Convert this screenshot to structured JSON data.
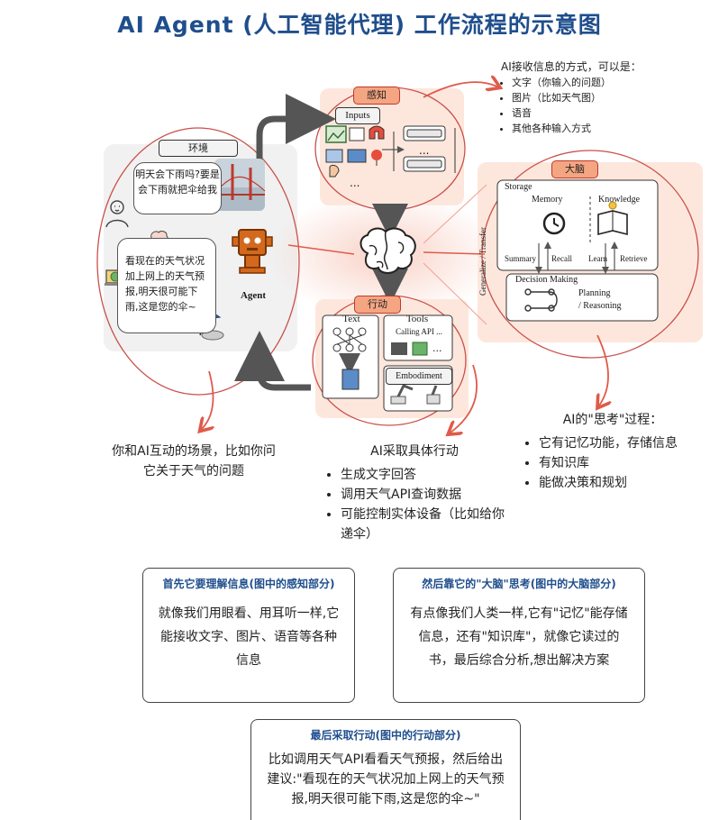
{
  "title": "AI Agent (人工智能代理) 工作流程的示意图",
  "diagram": {
    "env_label": "环境",
    "user_question": "明天会下雨吗?要是会下雨就把伞给我",
    "agent_reply": "看现在的天气状况加上网上的天气预报,明天很可能下雨,这是您的伞~",
    "agent_label": "Agent",
    "perception_label": "感知",
    "inputs_label": "Inputs",
    "action_label": "行动",
    "text_label": "Text",
    "tools_label": "Tools",
    "calling_api_label": "Calling API ...",
    "embodiment_label": "Embodiment",
    "brain_label": "大脑",
    "storage_label": "Storage",
    "memory_label": "Memory",
    "knowledge_label": "Knowledge",
    "summary_label": "Summary",
    "recall_label": "Recall",
    "learn_label": "Learn",
    "retrieve_label": "Retrieve",
    "generalize_label": "Generalize / Transfer",
    "decision_label": "Decision Making",
    "planning_label": "Planning",
    "reasoning_label": "/ Reasoning",
    "ellipsis": "..."
  },
  "input_note": {
    "heading": "AI接收信息的方式，可以是：",
    "items": [
      "文字（你输入的问题）",
      "图片（比如天气图）",
      "语音",
      "其他各种输入方式"
    ]
  },
  "scene_caption": "你和AI互动的场景，比如你问它关于天气的问题",
  "action_caption": {
    "heading": "AI采取具体行动",
    "items": [
      "生成文字回答",
      "调用天气API查询数据",
      "可能控制实体设备（比如给你递伞）"
    ]
  },
  "think_caption": {
    "heading": "AI的\"思考\"过程：",
    "items": [
      "它有记忆功能，存储信息",
      "有知识库",
      "能做决策和规划"
    ]
  },
  "box_perception": {
    "title": "首先它要理解信息(图中的感知部分)",
    "body": "就像我们用眼看、用耳听一样,它能接收文字、图片、语音等各种信息"
  },
  "box_brain": {
    "title": "然后靠它的\"大脑\"思考(图中的大脑部分)",
    "body": "有点像我们人类一样,它有\"记忆\"能存储信息，还有\"知识库\"，就像它读过的书，最后综合分析,想出解决方案"
  },
  "box_action": {
    "title": "最后采取行动(图中的行动部分)",
    "body": "比如调用天气API看看天气预报，然后给出建议:\"看现在的天气状况加上网上的天气预报,明天很可能下雨,这是您的伞~\""
  },
  "colors": {
    "title": "#1f4e8c",
    "accent_red": "#e05a4a",
    "pill_fill": "#f4a582",
    "circle_stroke": "#c9504a",
    "arrow_gray": "#555555",
    "agent_orange": "#d2691e"
  }
}
